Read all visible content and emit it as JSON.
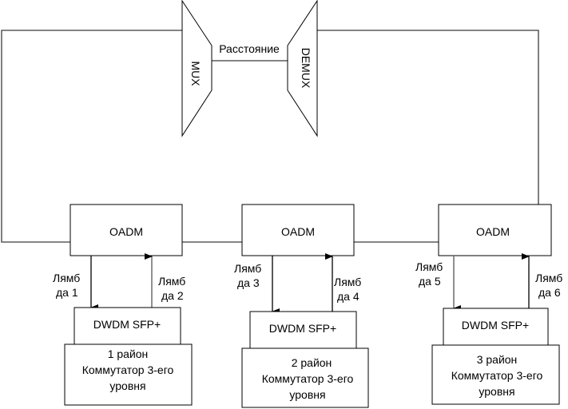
{
  "diagram": {
    "mux_label": "MUX",
    "demux_label": "DEMUX",
    "distance_label": "Расстояние",
    "nodes": [
      {
        "oadm_label": "OADM",
        "down_label_line1": "Лямб",
        "down_label_line2": "да 1",
        "up_label_line1": "Лямб",
        "up_label_line2": "да 2",
        "sfp_label": "DWDM SFP+",
        "switch_line1": "1 район",
        "switch_line2": "Коммутатор 3-его",
        "switch_line3": "уровня"
      },
      {
        "oadm_label": "OADM",
        "down_label_line1": "Лямб",
        "down_label_line2": "да 3",
        "up_label_line1": "Лямб",
        "up_label_line2": "да 4",
        "sfp_label": "DWDM SFP+",
        "switch_line1": "2 район",
        "switch_line2": "Коммутатор 3-его",
        "switch_line3": "уровня"
      },
      {
        "oadm_label": "OADM",
        "down_label_line1": "Лямб",
        "down_label_line2": "да 5",
        "up_label_line1": "Лямб",
        "up_label_line2": "да 6",
        "sfp_label": "DWDM SFP+",
        "switch_line1": "3 район",
        "switch_line2": "Коммутатор 3-его",
        "switch_line3": "уровня"
      }
    ]
  }
}
